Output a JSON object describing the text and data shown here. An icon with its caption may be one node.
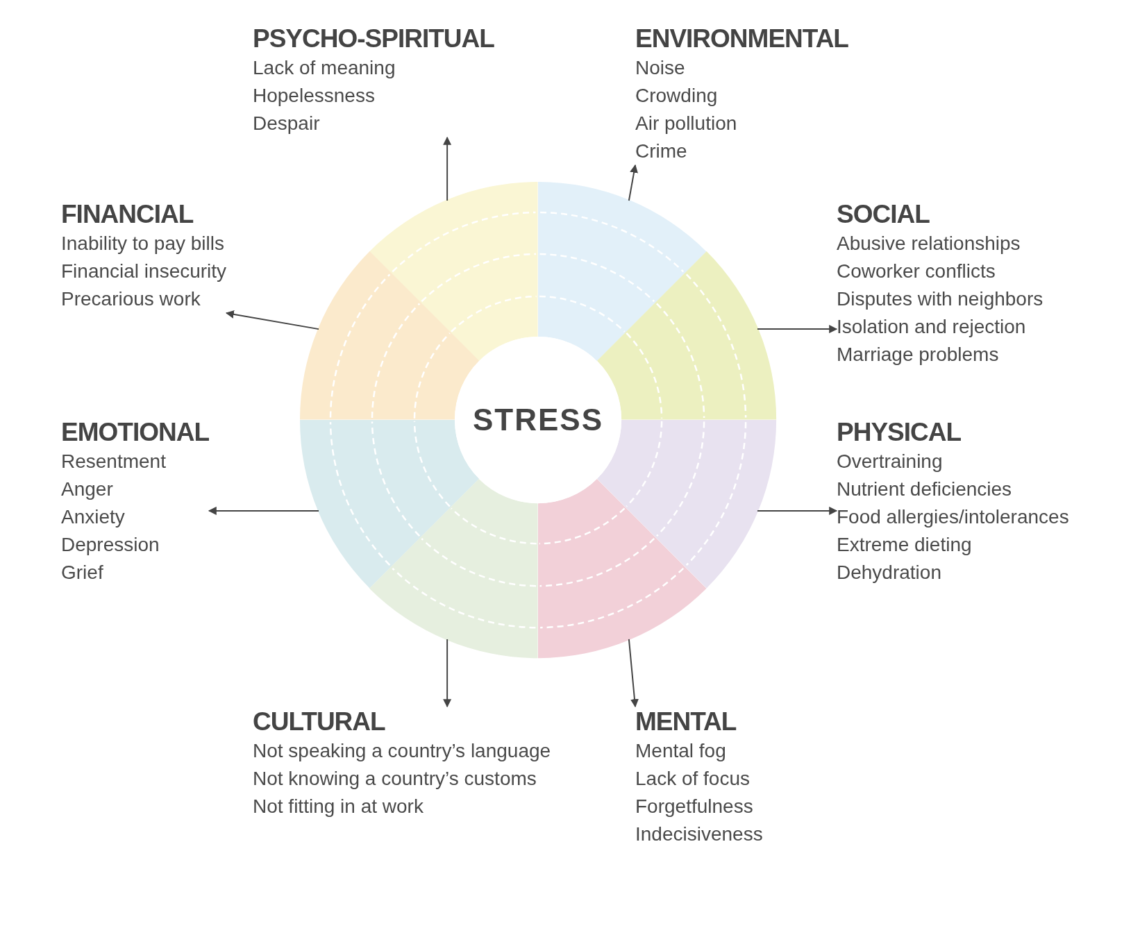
{
  "diagram": {
    "nodes": [
      {
        "text": [
          "PSYCHO-SPIRITUAL",
          "Lack of meaning",
          "Hopelessness",
          "Despair"
        ]
      },
      {
        "text": [
          "ENVIRONMENTAL",
          "Noise",
          "Crowding",
          "Air pollution",
          "Crime"
        ]
      },
      {
        "text": [
          "FINANCIAL",
          "Inability to pay bills",
          "Financial insecurity",
          "Precarious work"
        ]
      },
      {
        "text": [
          "SOCIAL",
          "Abusive relationships",
          "Coworker conflicts",
          "Disputes with neighbors",
          "Isolation and rejection",
          "Marriage problems"
        ]
      },
      {
        "text": [
          "EMOTIONAL",
          "Resentment",
          "Anger",
          "Anxiety",
          "Depression",
          "Grief"
        ]
      },
      {
        "text": [
          "PHYSICAL",
          "Overtraining",
          "Nutrient deficiencies",
          "Food allergies/intolerances",
          "Extreme dieting",
          "Dehydration"
        ]
      },
      {
        "text": [
          "CULTURAL",
          "Not speaking a country’s language",
          "Not knowing a country’s customs",
          "Not fitting in at work"
        ]
      },
      {
        "text": [
          "MENTAL",
          "Mental fog",
          "Lack of focus",
          "Forgetfulness",
          "Indecisiveness"
        ]
      },
      {
        "text": [
          "STRESS"
        ]
      },
      {
        "text": [],
        "shape": "wedge"
      },
      {
        "text": [],
        "shape": "wedge"
      },
      {
        "text": [],
        "shape": "wedge"
      },
      {
        "text": [],
        "shape": "wedge"
      },
      {
        "text": [],
        "shape": "wedge"
      },
      {
        "text": [],
        "shape": "wedge"
      },
      {
        "text": [],
        "shape": "wedge"
      },
      {
        "text": [],
        "shape": "wedge"
      }
    ],
    "edges": [
      {
        "from": 9,
        "to": 0,
        "arrow": "to"
      },
      {
        "from": 10,
        "to": 1,
        "arrow": "to"
      },
      {
        "from": 11,
        "to": 2,
        "arrow": "to"
      },
      {
        "from": 12,
        "to": 3,
        "arrow": "to"
      },
      {
        "from": 13,
        "to": 4,
        "arrow": "to"
      },
      {
        "from": 14,
        "to": 5,
        "arrow": "to"
      },
      {
        "from": 15,
        "to": 6,
        "arrow": "to"
      },
      {
        "from": 16,
        "to": 7,
        "arrow": "to"
      }
    ]
  }
}
